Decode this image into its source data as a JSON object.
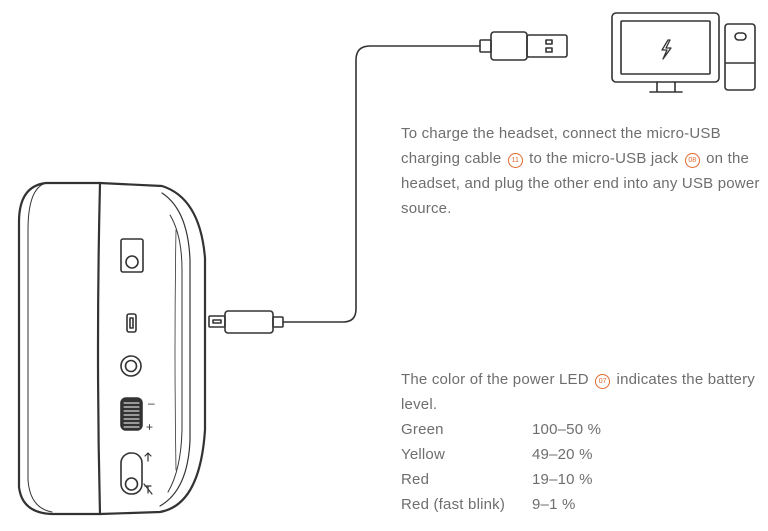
{
  "charging": {
    "text_1": "To charge the headset, connect the micro-USB charging cable",
    "callout_cable": "11",
    "text_2": "to the micro-USB jack",
    "callout_jack": "08",
    "text_3": "on the headset, and plug the other end into any USB power source."
  },
  "led": {
    "text_1": "The color of the power LED",
    "callout_led": "07",
    "text_2": "indicates the battery level.",
    "rows": [
      {
        "color": "Green",
        "level": "100–50 %"
      },
      {
        "color": "Yellow",
        "level": "49–20 %"
      },
      {
        "color": "Red",
        "level": "19–10 %"
      },
      {
        "color": "Red (fast blink)",
        "level": "9–1 %"
      }
    ]
  },
  "headset": {
    "volume_minus": "–",
    "volume_plus": "+"
  },
  "icons": {
    "monitor_screen": "lightning-bolt-icon",
    "power_jack": "micro-usb-port-icon",
    "mic_toggle": "microphone-icon"
  },
  "colors": {
    "callout_accent": "#e0682b",
    "line_art": "#333333",
    "text": "#6e6e6e"
  }
}
